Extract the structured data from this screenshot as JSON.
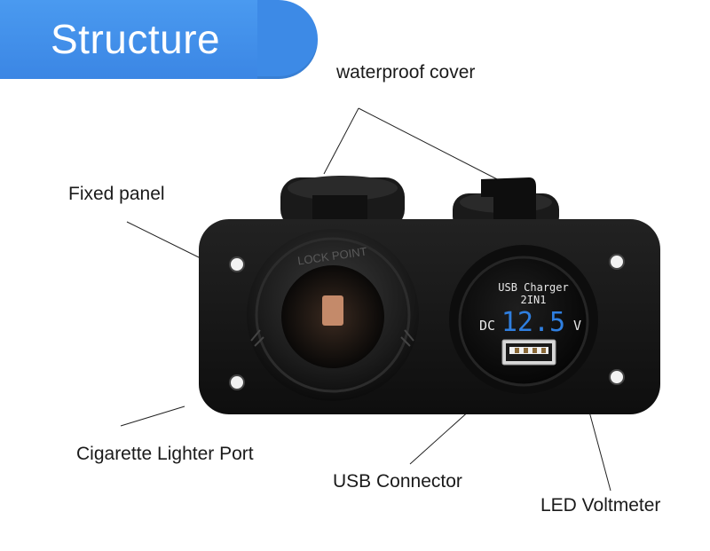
{
  "header": {
    "title": "Structure"
  },
  "callouts": {
    "waterproof_cover": "waterproof cover",
    "fixed_panel": "Fixed panel",
    "cigarette_port": "Cigarette Lighter Port",
    "usb_connector": "USB Connector",
    "led_voltmeter": "LED Voltmeter"
  },
  "device": {
    "lock_text": "LOCK POINT",
    "charger_line1": "USB Charger",
    "charger_line2": "2IN1",
    "dc_label": "DC",
    "voltage": "12.5",
    "v_label": "V"
  },
  "colors": {
    "banner": "#3d8ae6",
    "panel": "#141414",
    "led": "#2f7fe0"
  }
}
